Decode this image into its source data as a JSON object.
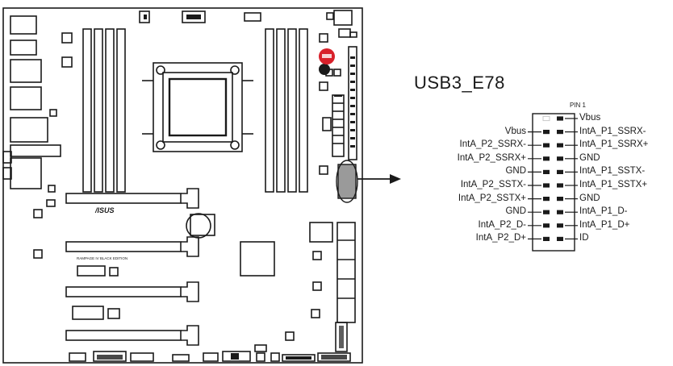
{
  "header": {
    "title": "USB3_E78",
    "pin1_label": "PIN 1"
  },
  "board": {
    "brand": "/ISUS",
    "model_text": "RAMPAGE IV BLACK EDITION"
  },
  "pins": {
    "left": [
      "Vbus",
      "IntA_P2_SSRX-",
      "IntA_P2_SSRX+",
      "GND",
      "IntA_P2_SSTX-",
      "IntA_P2_SSTX+",
      "GND",
      "IntA_P2_D-",
      "IntA_P2_D+"
    ],
    "right": [
      "Vbus",
      "IntA_P1_SSRX-",
      "IntA_P1_SSRX+",
      "GND",
      "IntA_P1_SSTX-",
      "IntA_P1_SSTX+",
      "GND",
      "IntA_P1_D-",
      "IntA_P1_D+",
      "ID"
    ]
  },
  "colors": {
    "line": "#1a1a1a",
    "accent": "#d8202a",
    "highlight": "#9a9a9a"
  }
}
